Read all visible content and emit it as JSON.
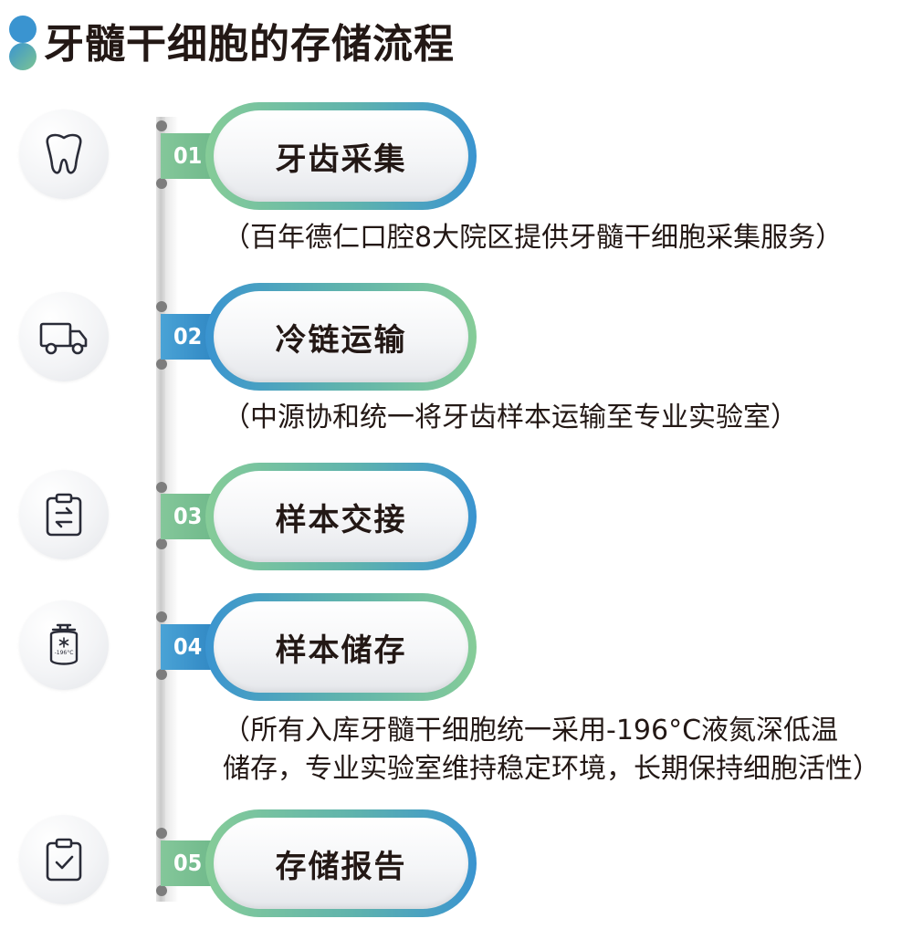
{
  "title": "牙髓干细胞的存储流程",
  "colors": {
    "green": "#7cc492",
    "blue": "#3a94d0",
    "text": "#231815"
  },
  "steps": [
    {
      "num": "01",
      "label": "牙齿采集",
      "icon": "tooth-icon",
      "desc": "（百年德仁口腔8大院区提供牙髓干细胞采集服务）"
    },
    {
      "num": "02",
      "label": "冷链运输",
      "icon": "truck-icon",
      "desc": "（中源协和统一将牙齿样本运输至专业实验室）"
    },
    {
      "num": "03",
      "label": "样本交接",
      "icon": "clipboard-transfer-icon",
      "desc": ""
    },
    {
      "num": "04",
      "label": "样本储存",
      "icon": "liquid-nitrogen-tank-icon",
      "tank_text": "-196°C",
      "desc": "（所有入库牙髓干细胞统一采用-196°C液氮深低温\n储存，专业实验室维持稳定环境，长期保持细胞活性）"
    },
    {
      "num": "05",
      "label": "存储报告",
      "icon": "clipboard-check-icon",
      "desc": ""
    }
  ]
}
